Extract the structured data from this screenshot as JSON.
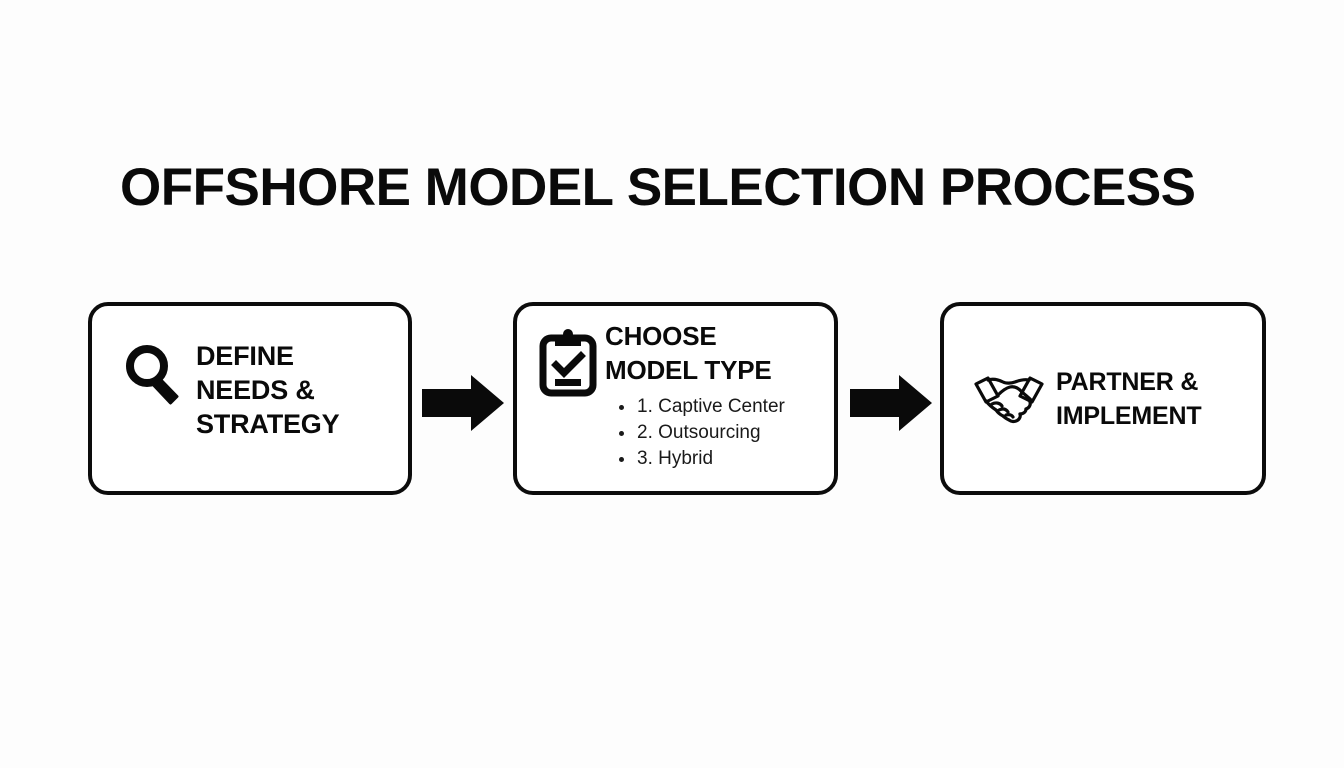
{
  "diagram": {
    "title": "OFFSHORE MODEL SELECTION PROCESS",
    "background_color": "#fdfdfd",
    "ink_color": "#0a0a0a",
    "steps": [
      {
        "id": "step-1",
        "icon": "magnifying-glass-icon",
        "heading": "DEFINE\nNEEDS &\nSTRATEGY",
        "items": []
      },
      {
        "id": "step-2",
        "icon": "clipboard-check-icon",
        "heading": "CHOOSE\nMODEL TYPE",
        "items": [
          "1. Captive Center",
          "2. Outsourcing",
          "3. Hybrid"
        ]
      },
      {
        "id": "step-3",
        "icon": "handshake-icon",
        "heading": "PARTNER &\nIMPLEMENT",
        "items": []
      }
    ],
    "connectors": [
      {
        "id": "arrow-1",
        "icon": "arrow-right-icon"
      },
      {
        "id": "arrow-2",
        "icon": "arrow-right-icon"
      }
    ]
  }
}
